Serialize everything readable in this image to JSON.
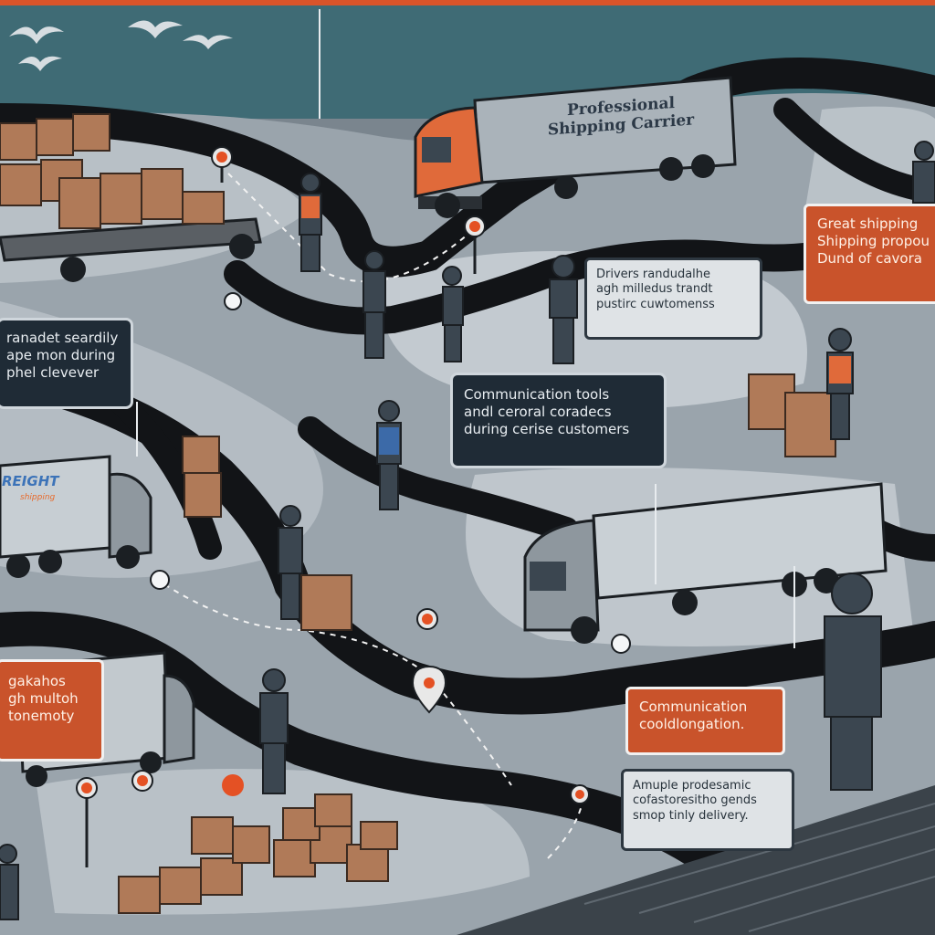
{
  "truck_sign": {
    "line1": "Professional",
    "line2": "Shipping Carrier"
  },
  "small_truck_sign": {
    "main": "REIGHT",
    "sub": "shipping"
  },
  "callouts": {
    "top_right": {
      "lines": [
        "Great shipping",
        "Shipping propou",
        "Dund of cavora"
      ]
    },
    "drivers": {
      "lines": [
        "Drivers randudalhe",
        "agh milledus trandt",
        "pustirc cuwtomenss"
      ]
    },
    "left_mid": {
      "lines": [
        "ranadet seardily",
        "ape mon during",
        "phel clevever"
      ]
    },
    "communication_tools": {
      "lines": [
        "Communication tools",
        "andl ceroral coradecs",
        "during cerise customers"
      ]
    },
    "bottom_left": {
      "lines": [
        "gakahos",
        "gh multoh",
        "tonemoty"
      ]
    },
    "coordination": {
      "lines": [
        "Communication",
        "cooldlongation."
      ]
    },
    "bottom_right": {
      "lines": [
        "Amuple prodesamic",
        "cofastoresitho gends",
        "smop tinly delivery."
      ]
    }
  },
  "colors": {
    "sea": "#3f6b75",
    "road": "#121417",
    "ground": "#a9b2b9",
    "accent_orange": "#d9542a",
    "callout_dark": "#1f2b36",
    "callout_orange": "#c9532b",
    "truck_cab_orange": "#e06a3a"
  },
  "icons": [
    "location-pin-icon",
    "seagull-icon",
    "package-box-icon",
    "delivery-truck-icon",
    "pallet-cart-icon"
  ]
}
